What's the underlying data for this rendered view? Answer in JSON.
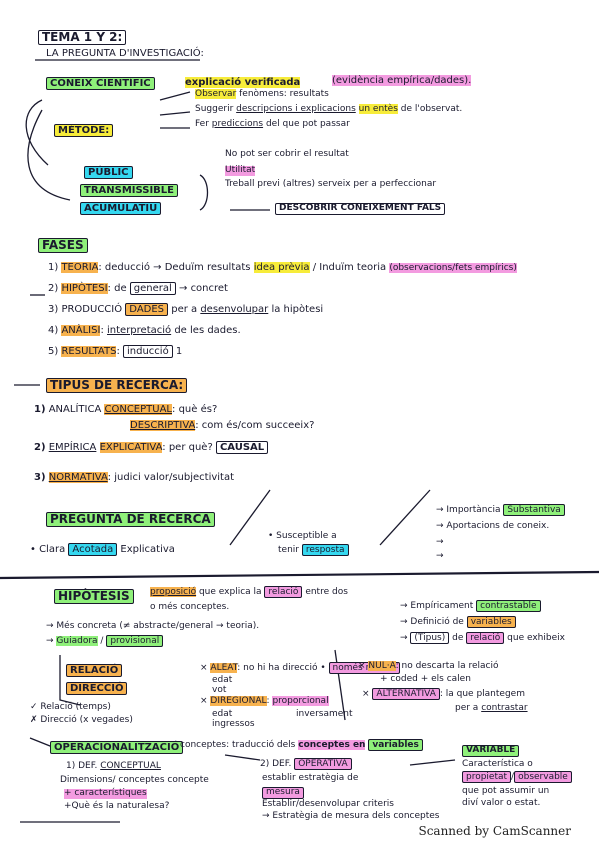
{
  "s1": {
    "title": "TEMA 1 Y 2:",
    "subtitle": "LA PREGUNTA D'INVESTIGACIÓ:",
    "conn_label": "CONEIX CIENTÍFIC",
    "conn_def": "explicació verificada",
    "conn_paren": "(evidència empírica/dades).",
    "line_observar_a": "Observar",
    "line_observar_b": "fenòmens: resultats",
    "line_suggerir_a": "Suggerir",
    "line_suggerir_b": "descripcions i explicacions",
    "line_suggerir_c": "un entès",
    "line_suggerir_d": "de l'observat.",
    "line_fer_a": "Fer",
    "line_fer_b": "prediccions",
    "line_fer_c": "del que pot passar",
    "metode": "MÈTODE:",
    "public": "PÚBLIC",
    "transmissible": "TRANSMISSIBLE",
    "acumulatiu": "ACUMULATIU",
    "r1": "No pot ser cobrir el resultat",
    "r2": "Utilitat",
    "r3": "Treball previ (altres) serveix per a perfeccionar",
    "r4": "DESCOBRIR CONEIXEMENT FALS"
  },
  "s2": {
    "fases": "FASES",
    "i1_n": "1)",
    "i1_a": "TEORIA",
    "i1_b": "deducció",
    "i1_c": "Deduïm resultats",
    "i1_d": "idea prèvia",
    "i1_e": "Induïm teoria",
    "i1_f": "(observacions/fets empírics)",
    "i2_n": "2)",
    "i2_a": "HIPÒTESI",
    "i2_b": "de",
    "i2_c": "general",
    "i2_d": "concret",
    "i3_n": "3)",
    "i3_a": "PRODUCCIÓ",
    "i3_b": "DADES",
    "i3_c": "per a",
    "i3_d": "desenvolupar",
    "i3_e": "la hipòtesi",
    "i4_n": "4)",
    "i4_a": "ANÀLISI",
    "i4_b": "interpretació",
    "i4_c": "de les dades.",
    "i5_n": "5)",
    "i5_a": "RESULTATS",
    "i5_b": "inducció",
    "i5_c": "1"
  },
  "s3": {
    "title": "TIPUS DE RECERCA:",
    "i1_n": "1)",
    "i1_a": "ANALÍTICA",
    "i1_b": "CONCEPTUAL",
    "i1_c": "què és?",
    "i1_d": "DESCRIPTIVA",
    "i1_e": "com és/com succeeix?",
    "i2_n": "2)",
    "i2_a": "EMPÍRICA",
    "i2_b": "EXPLICATIVA",
    "i2_c": "per què?",
    "i2_d": "CAUSAL",
    "i3_n": "3)",
    "i3_a": "NORMATIVA",
    "i3_b": "judici valor/subjectivitat"
  },
  "s4": {
    "title": "PREGUNTA DE RECERCA",
    "c1_a": "Clara",
    "c1_b": "Acotada",
    "c1_c": "Explicativa",
    "c2_a": "Susceptible a",
    "c2_b": "tenir",
    "c2_c": "resposta",
    "c3_a": "Importància",
    "c3_b": "Substantiva",
    "c3_c": "Aportacions de coneix."
  },
  "s5": {
    "title": "HIPÒTESIS",
    "def_a": "proposició",
    "def_b": "que explica la",
    "def_c": "relació",
    "def_d": "entre dos",
    "def_e": "o més conceptes.",
    "def_f": "Més concreta",
    "def_g": "(≠ abstracte/general",
    "def_h": "teoria).",
    "def_i": "Guiadora",
    "def_j": "provisional",
    "r1_a": "Empíricament",
    "r1_b": "contrastable",
    "r2_a": "Definició de",
    "r2_b": "variables",
    "r3_a": "(Tipus)",
    "r3_b": "de",
    "r3_c": "relació",
    "r3_d": "que exhibeix",
    "rel1": "RELACIÓ",
    "rel2": "DIRECCIÓ",
    "rel_ex1": "Relació (temps)",
    "rel_ex2": "Direcció (x vegades)",
    "m_a": "ALEAT",
    "m_b": "no hi ha direcció",
    "m_c": "només relació",
    "m_d": "edat",
    "m_e": "vot",
    "m_f": "DIREGIONAL",
    "m_g": "proporcional",
    "m_h": "inversament",
    "m_i": "edat",
    "m_j": "ingressos",
    "n1_a": "NUL·A",
    "n1_b": "no descarta",
    "n1_c": "la relació",
    "n1_d": "+ coded",
    "n1_e": "+ els calen",
    "n2_a": "ALTERNATIVA",
    "n2_b": "la que plantegem",
    "n2_c": "per a",
    "n2_d": "contrastar"
  },
  "s6": {
    "title": "OPERACIONALITZACIÓ",
    "a": "conceptes: traducció dels",
    "b": "conceptes en",
    "c": "variables",
    "d1": "1) DEF.",
    "d2": "CONCEPTUAL",
    "d3": "Dimensions/ conceptes concepte",
    "d4": "+ característiques",
    "d5": "+Què és la naturalesa?",
    "e1": "2) DEF.",
    "e2": "OPERATIVA",
    "e3": "establir estratègia de",
    "e4": "mesura",
    "e5": "Establir/desenvolupar criteris",
    "e6": "→ Estratègia de mesura dels conceptes",
    "f1": "VARIABLE",
    "f2": "Característica o",
    "f3": "propietat",
    "f4": "observable",
    "f5": "que pot assumir un",
    "f6": "diví valor o estat."
  },
  "footer": "Scanned by CamScanner",
  "colors": {
    "ink": "#1a1a2e",
    "yellow": "#f7ec3a",
    "pink": "#f39be0",
    "green": "#8ff07a",
    "cyan": "#35d8f0",
    "orange": "#f7b24e"
  }
}
